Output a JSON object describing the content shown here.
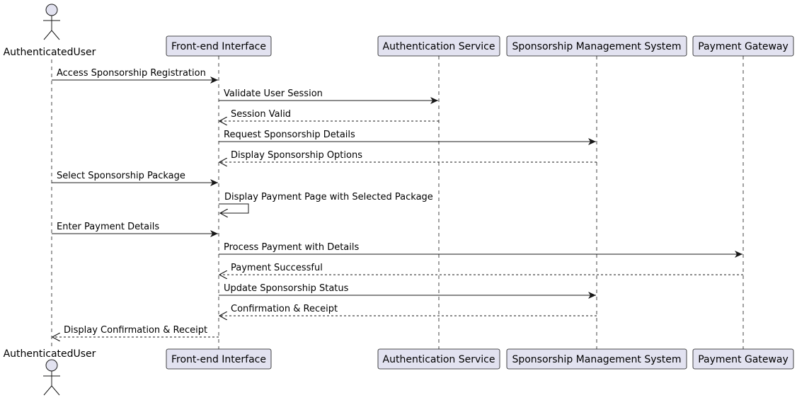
{
  "diagram": {
    "colors": {
      "box_fill": "#e2e2f0",
      "box_stroke": "#181818",
      "lifeline": "#181818",
      "arrow": "#181818",
      "text": "#000000"
    },
    "participants": [
      {
        "id": "user",
        "label": "AuthenticatedUser",
        "kind": "actor"
      },
      {
        "id": "fe",
        "label": "Front-end Interface",
        "kind": "participant"
      },
      {
        "id": "auth",
        "label": "Authentication Service",
        "kind": "participant"
      },
      {
        "id": "sms",
        "label": "Sponsorship Management System",
        "kind": "participant"
      },
      {
        "id": "pay",
        "label": "Payment Gateway",
        "kind": "participant"
      }
    ],
    "messages": [
      {
        "from": "user",
        "to": "fe",
        "label": "Access Sponsorship Registration",
        "style": "solid"
      },
      {
        "from": "fe",
        "to": "auth",
        "label": "Validate User Session",
        "style": "solid"
      },
      {
        "from": "auth",
        "to": "fe",
        "label": "Session Valid",
        "style": "dashed"
      },
      {
        "from": "fe",
        "to": "sms",
        "label": "Request Sponsorship Details",
        "style": "solid"
      },
      {
        "from": "sms",
        "to": "fe",
        "label": "Display Sponsorship Options",
        "style": "dashed"
      },
      {
        "from": "user",
        "to": "fe",
        "label": "Select Sponsorship Package",
        "style": "solid"
      },
      {
        "from": "fe",
        "to": "fe",
        "label": "Display Payment Page with Selected Package",
        "style": "solid"
      },
      {
        "from": "user",
        "to": "fe",
        "label": "Enter Payment Details",
        "style": "solid"
      },
      {
        "from": "fe",
        "to": "pay",
        "label": "Process Payment with Details",
        "style": "solid"
      },
      {
        "from": "pay",
        "to": "fe",
        "label": "Payment Successful",
        "style": "dashed"
      },
      {
        "from": "fe",
        "to": "sms",
        "label": "Update Sponsorship Status",
        "style": "solid"
      },
      {
        "from": "sms",
        "to": "fe",
        "label": "Confirmation & Receipt",
        "style": "dashed"
      },
      {
        "from": "fe",
        "to": "user",
        "label": "Display Confirmation & Receipt",
        "style": "dashed"
      }
    ]
  }
}
